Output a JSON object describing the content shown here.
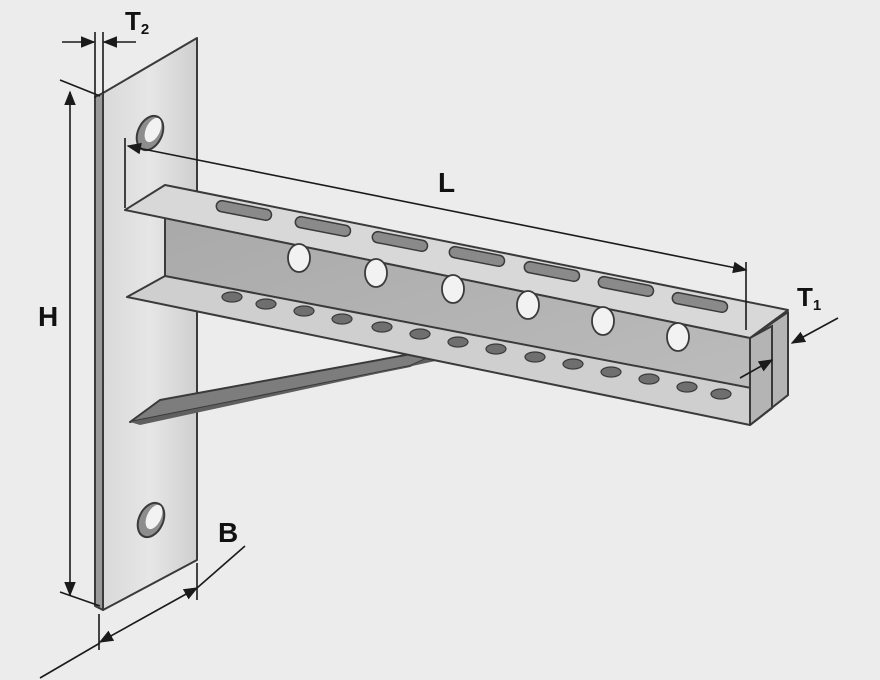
{
  "labels": {
    "height": "H",
    "length": "L",
    "width": "B",
    "thickness_1": {
      "main": "T",
      "sub": "1"
    },
    "thickness_2": {
      "main": "T",
      "sub": "2"
    }
  },
  "colors": {
    "background": "#ececec",
    "steel_light": "#e2e2e2",
    "steel_mid": "#c8c8c8",
    "steel_dark": "#8f8f8f",
    "outline": "#3a3a3a",
    "dimension": "#1a1a1a"
  }
}
